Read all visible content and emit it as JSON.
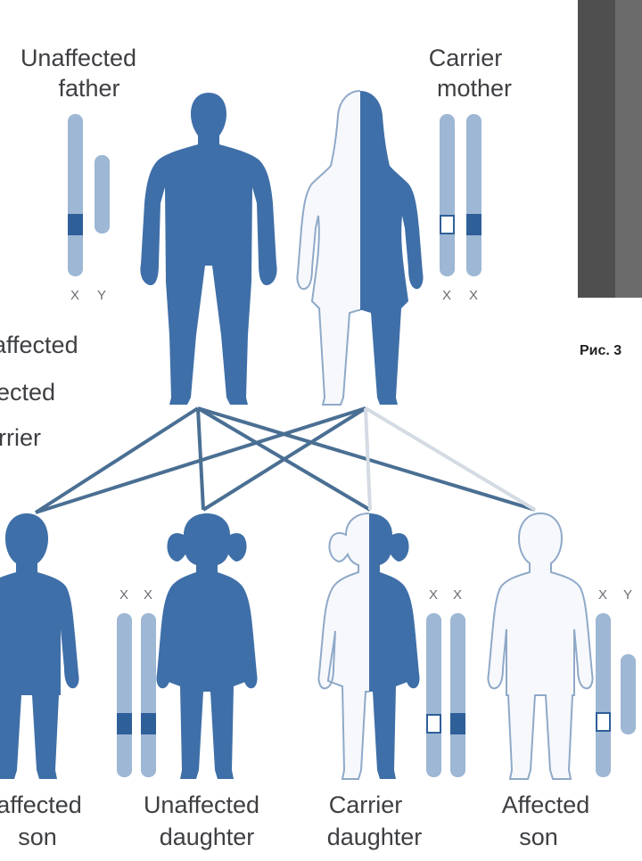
{
  "colors": {
    "affected_blue": "#3f6fa8",
    "light_blue": "#9db7d4",
    "outline_blue": "#8fa9c8",
    "text_gray": "#3d3f42",
    "photo_gray": "#4f4f4f"
  },
  "parents": {
    "father": {
      "line1": "Unaffected",
      "line2": "father",
      "chromosome_labels": [
        "X",
        "Y"
      ]
    },
    "mother": {
      "line1": "Carrier",
      "line2": "mother",
      "chromosome_labels": [
        "X",
        "X"
      ]
    }
  },
  "legend": {
    "items": [
      "affected",
      "ected",
      "rrier"
    ]
  },
  "children": [
    {
      "line1": "affected",
      "line2": "son",
      "chromosome_labels": []
    },
    {
      "line1": "Unaffected",
      "line2": "daughter",
      "chromosome_labels": [
        "X",
        "X"
      ]
    },
    {
      "line1": "Carrier",
      "line2": "daughter",
      "chromosome_labels": [
        "X",
        "X"
      ]
    },
    {
      "line1": "Affected",
      "line2": "son",
      "chromosome_labels": [
        "X",
        "Y"
      ]
    }
  ],
  "photo_caption": "Рис. 3"
}
